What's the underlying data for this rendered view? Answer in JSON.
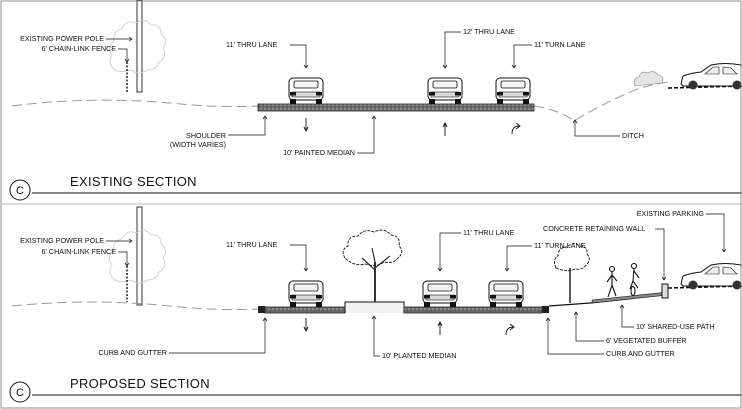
{
  "existing": {
    "title": "EXISTING SECTION",
    "section_letter": "C",
    "labels": {
      "power_pole": "EXISTING POWER POLE",
      "fence": "6' CHAIN-LINK FENCE",
      "lane_left": "11' THRU LANE",
      "lane_mid": "12' THRU LANE",
      "turn_lane": "11' TURN LANE",
      "shoulder_1": "SHOULDER",
      "shoulder_2": "(WIDTH VARIES)",
      "median": "10' PAINTED MEDIAN",
      "ditch": "DITCH"
    }
  },
  "proposed": {
    "title": "PROPOSED SECTION",
    "section_letter": "C",
    "labels": {
      "power_pole": "EXISTING POWER POLE",
      "fence": "6' CHAIN-LINK FENCE",
      "lane_left": "11' THRU LANE",
      "lane_mid": "11' THRU LANE",
      "turn_lane": "11' TURN LANE",
      "retaining_wall": "CONCRETE RETAINING WALL",
      "existing_parking": "EXISTING PARKING",
      "curb_left": "CURB AND GUTTER",
      "median": "10' PLANTED MEDIAN",
      "shared_path": "10' SHARED-USE PATH",
      "buffer": "6' VEGETATED BUFFER",
      "curb_right": "CURB AND GUTTER"
    }
  },
  "colors": {
    "ink": "#111111",
    "ground_dashed": "#999999",
    "pavement": "#555555",
    "tree_fill": "#e8e8e8"
  }
}
